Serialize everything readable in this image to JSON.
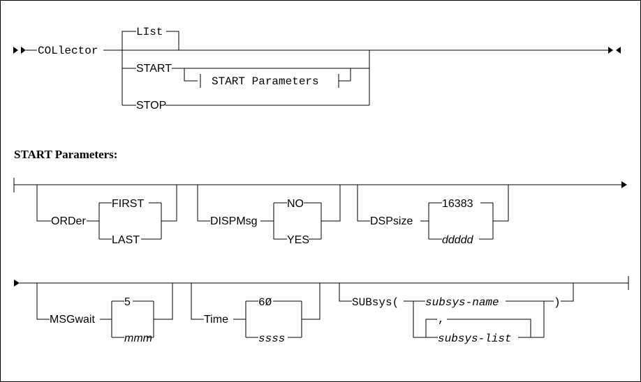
{
  "main_diagram": {
    "command": "COLlector",
    "options": {
      "list": "LIst",
      "start": "START",
      "start_ref": "START Parameters",
      "stop": "STOP"
    }
  },
  "start_parameters": {
    "heading": "START Parameters:",
    "order": {
      "keyword": "ORDer",
      "default": "FIRST",
      "alternative": "LAST"
    },
    "dispmsg": {
      "keyword": "DISPMsg",
      "default": "NO",
      "alternative": "YES"
    },
    "dspsize": {
      "keyword": "DSPsize",
      "default": "16383",
      "variable": "ddddd"
    },
    "msgwait": {
      "keyword": "MSGwait",
      "default": "5",
      "variable": "mmm"
    },
    "time": {
      "keyword": "Time",
      "default": "6Ø",
      "variable": "ssss"
    },
    "subsys": {
      "keyword": "SUBsys(",
      "name_var": "subsys-name",
      "separator": ",",
      "list_var": "subsys-list",
      "close": ")"
    }
  }
}
